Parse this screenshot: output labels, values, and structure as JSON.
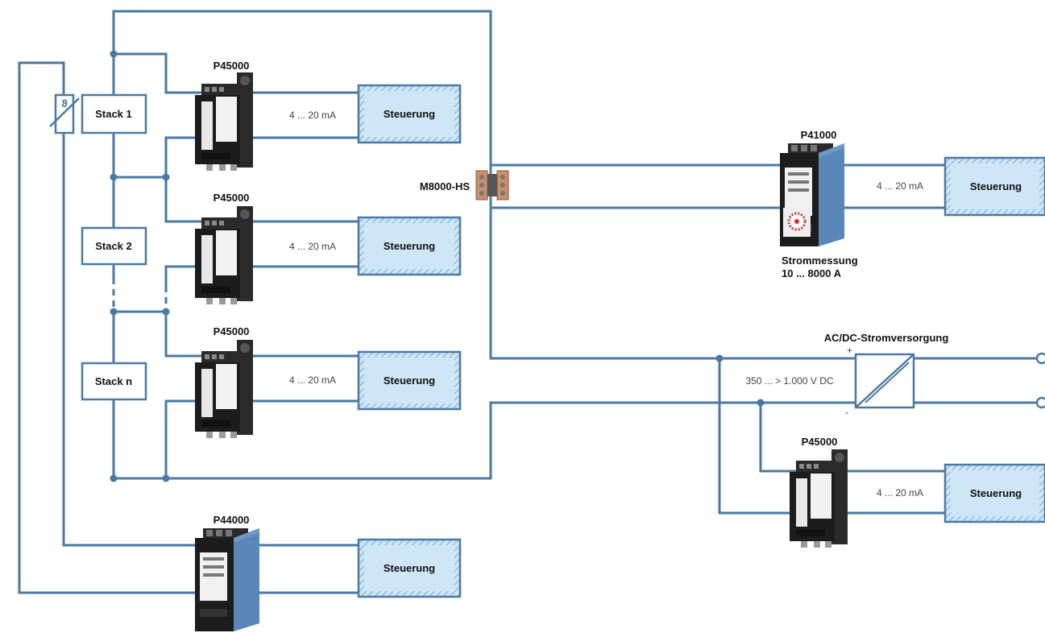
{
  "stacks": [
    "Stack 1",
    "Stack 2",
    "Stack n"
  ],
  "devices": {
    "p45000_label": "P45000",
    "p44000_label": "P44000",
    "p41000_label": "P41000",
    "shunt_label": "M8000-HS"
  },
  "signal_label": "4 ... 20 mA",
  "control_label": "Steuerung",
  "current_measurement": {
    "line1": "Strommessung",
    "line2": "10 ... 8000 A"
  },
  "power_supply": {
    "title": "AC/DC-Stromversorgung",
    "voltage": "350 ... > 1.000 V DC",
    "plus": "+",
    "minus": "-"
  },
  "colors": {
    "wire": "#4a7aa3",
    "control_fill": "#cfe6f6",
    "device_body": "#1c1c1c",
    "device_blue": "#5a86b8"
  }
}
